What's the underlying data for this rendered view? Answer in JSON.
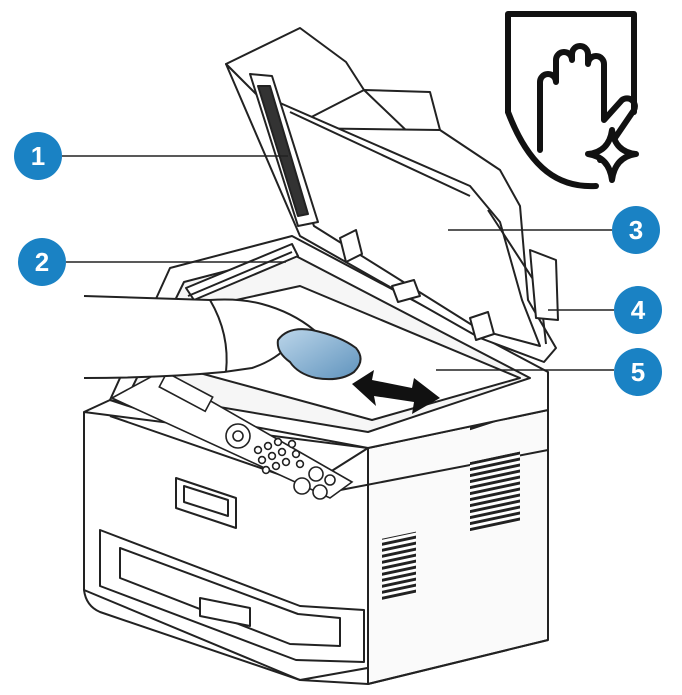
{
  "callouts": [
    {
      "num": "1"
    },
    {
      "num": "2"
    },
    {
      "num": "3"
    },
    {
      "num": "4"
    },
    {
      "num": "5"
    }
  ],
  "icons": {
    "cleaning": "hand-wipe-cloth-icon",
    "arrow": "double-arrow-icon"
  },
  "colors": {
    "callout_fill": "#1a82c4",
    "line": "#222222",
    "cloth": "#8fb6d4",
    "background": "#ffffff"
  }
}
